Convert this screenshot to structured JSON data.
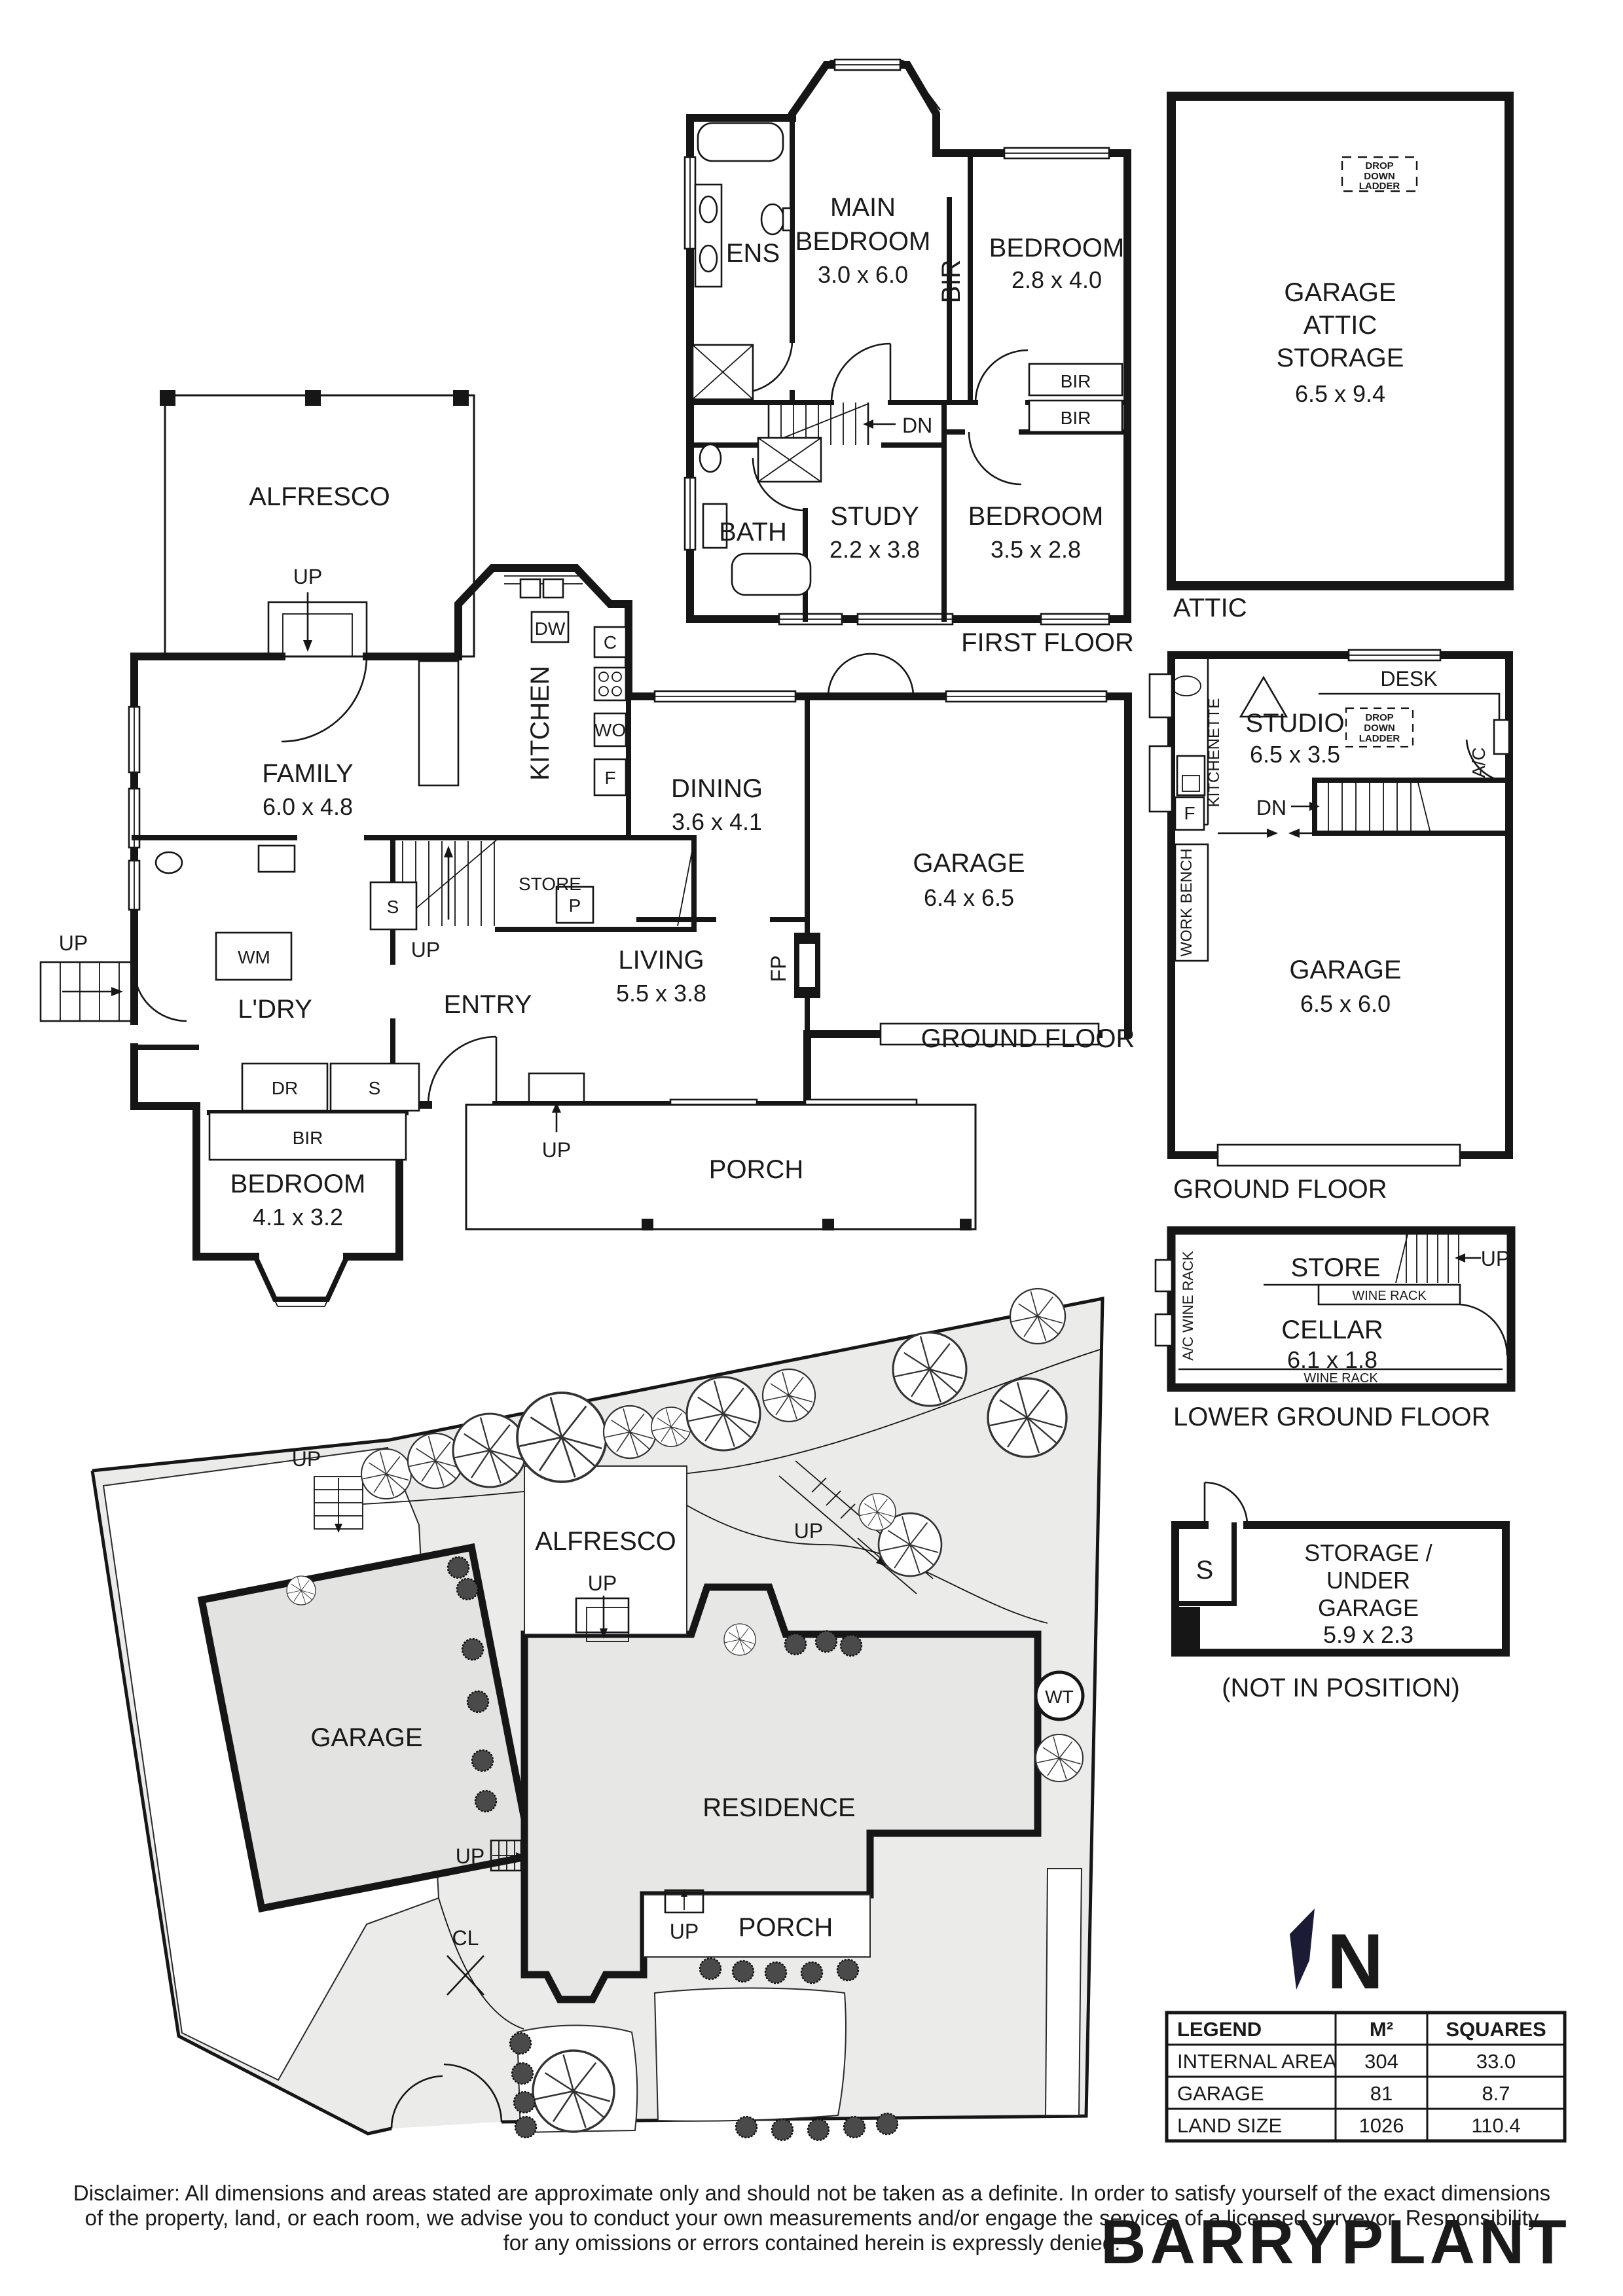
{
  "common": {
    "up": "UP",
    "dn": "DN",
    "bir": "BIR",
    "s": "S",
    "store": "STORE",
    "wine_rack": "WINE RACK",
    "garage": "GARAGE",
    "ground_floor": "GROUND FLOOR",
    "alfresco": "ALFRESCO",
    "porch": "PORCH",
    "bedroom": "BEDROOM",
    "f": "F",
    "ladder1": "DROP",
    "ladder2": "DOWN",
    "ladder3": "LADDER"
  },
  "first_floor": {
    "label": "FIRST FLOOR",
    "main_bedroom": {
      "line1": "MAIN",
      "line2": "BEDROOM",
      "dims": "3.0 x 6.0"
    },
    "ens": "ENS",
    "bedroom2_dims": "2.8 x 4.0",
    "study": "STUDY",
    "study_dims": "2.2 x 3.8",
    "bath": "BATH",
    "bedroom3_dims": "3.5 x 2.8"
  },
  "attic": {
    "label": "ATTIC",
    "line2": "ATTIC",
    "line3": "STORAGE",
    "dims": "6.5 x 9.4"
  },
  "ground": {
    "family": "FAMILY",
    "family_dims": "6.0 x 4.8",
    "kitchen": "KITCHEN",
    "dw": "DW",
    "c": "C",
    "wo": "WO",
    "p": "P",
    "dining": "DINING",
    "dining_dims": "3.6 x 4.1",
    "garage_dims": "6.4 x 6.5",
    "living": "LIVING",
    "living_dims": "5.5 x 3.8",
    "fp": "FP",
    "wm": "WM",
    "ldry": "L'DRY",
    "dr": "DR",
    "entry": "ENTRY",
    "bedroom_dims": "4.1 x 3.2"
  },
  "studio": {
    "desk": "DESK",
    "name": "STUDIO",
    "dims": "6.5 x 3.5",
    "ac": "A/C",
    "kitchenette": "KITCHENETTE",
    "workbench": "WORK BENCH",
    "garage_dims": "6.5 x 6.0"
  },
  "lower": {
    "label": "LOWER GROUND FLOOR",
    "cellar": "CELLAR",
    "cellar_dims": "6.1 x 1.8",
    "ac_wine_rack": "A/C WINE RACK"
  },
  "storage": {
    "line1": "STORAGE /",
    "line2": "UNDER",
    "line3": "GARAGE",
    "dims": "5.9 x 2.3",
    "note": "(NOT IN POSITION)"
  },
  "site": {
    "residence": "RESIDENCE",
    "wt": "WT",
    "cl": "CL"
  },
  "north": {
    "letter": "N",
    "color": "#1b1b35"
  },
  "legend": {
    "headers": [
      "LEGEND",
      "M²",
      "SQUARES"
    ],
    "rows": [
      {
        "label": "INTERNAL AREA",
        "m2": "304",
        "squares": "33.0"
      },
      {
        "label": "GARAGE",
        "m2": "81",
        "squares": "8.7"
      },
      {
        "label": "LAND SIZE",
        "m2": "1026",
        "squares": "110.4"
      }
    ]
  },
  "disclaimer": {
    "line1": "Disclaimer: All dimensions and areas stated are approximate only and should not be taken as a definite. In order to satisfy yourself of the exact dimensions",
    "line2": "of the property, land, or each room, we advise you to conduct your own measurements and/or engage the services of a licensed surveyor. Responsibility",
    "line3": "for any omissions or errors contained herein is expressly denied."
  },
  "watermark": "BARRYPLANT"
}
